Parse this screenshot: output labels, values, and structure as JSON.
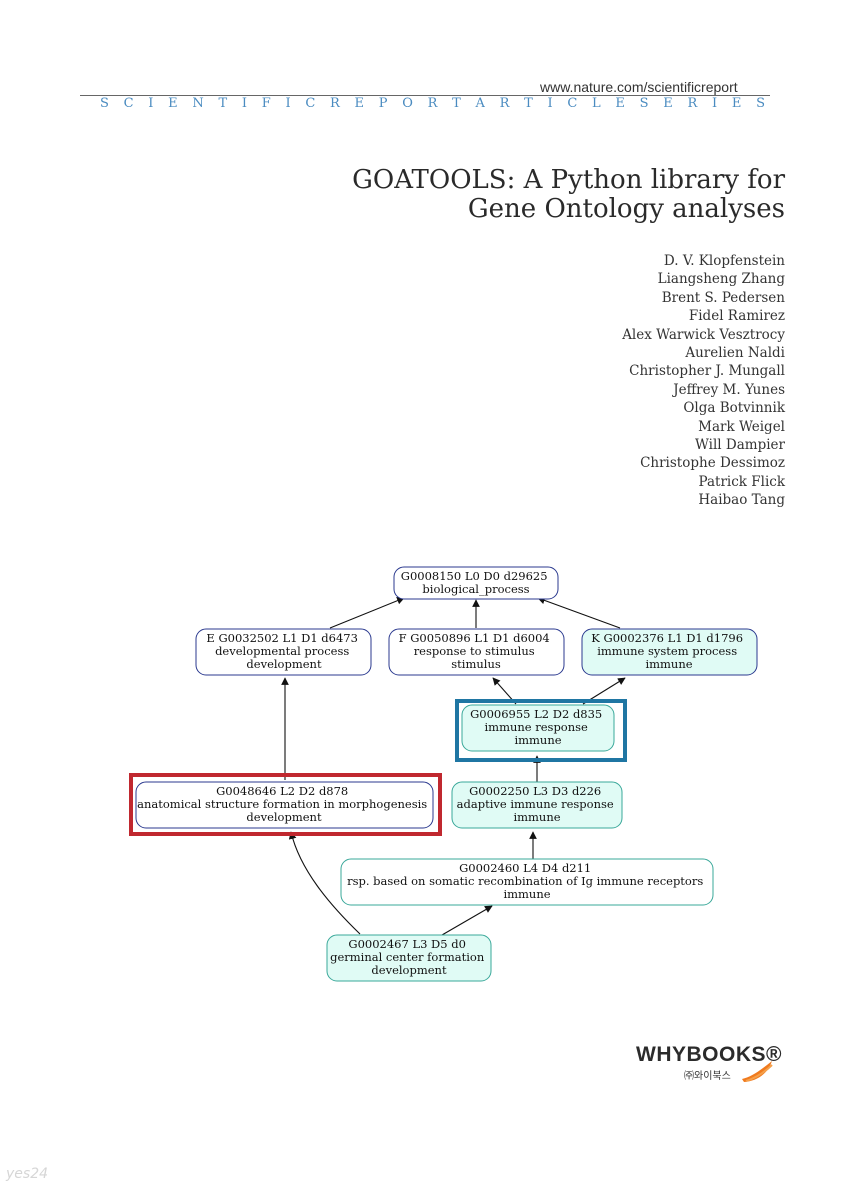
{
  "header": {
    "url": "www.nature.com/scientificreport",
    "series_letters": [
      "S",
      "C",
      "I",
      "E",
      "N",
      "T",
      "I",
      "F",
      "I",
      "C",
      "R",
      "E",
      "P",
      "O",
      "R",
      "T",
      "A",
      "R",
      "T",
      "I",
      "C",
      "L",
      "E",
      "S",
      "E",
      "R",
      "I",
      "E",
      "S"
    ]
  },
  "title": {
    "line1": "GOATOOLS: A Python library for",
    "line2": "Gene Ontology analyses"
  },
  "authors": [
    "D. V. Klopfenstein",
    "Liangsheng Zhang",
    "Brent S. Pedersen",
    "Fidel Ramirez",
    "Alex Warwick Vesztrocy",
    "Aurelien Naldi",
    "Christopher J. Mungall",
    "Jeffrey M. Yunes",
    "Olga Botvinnik",
    "Mark Weigel",
    "Will Dampier",
    "Christophe Dessimoz",
    "Patrick Flick",
    "Haibao Tang"
  ],
  "diagram": {
    "colors": {
      "node_fill_white": "#ffffff",
      "node_fill_cyan": "#e0fbf5",
      "node_stroke": "#2b3a8f",
      "node_stroke_cyan": "#3aa89a",
      "highlight_red": "#c0282f",
      "highlight_blue": "#1f76a3",
      "edge": "#111111"
    },
    "nodes": {
      "root": {
        "lines": [
          "G0008150 L0 D0 d29625",
          "biological_process"
        ]
      },
      "dev": {
        "lines": [
          "E  G0032502 L1 D1 d6473",
          "developmental process",
          "development"
        ]
      },
      "stim": {
        "lines": [
          "F  G0050896 L1 D1 d6004",
          "response to stimulus",
          "stimulus"
        ]
      },
      "imsys": {
        "lines": [
          "K  G0002376 L1 D1 d1796",
          "immune system process",
          "immune"
        ]
      },
      "imresp": {
        "lines": [
          "G0006955 L2 D2 d835",
          "immune response",
          "immune"
        ]
      },
      "morph": {
        "lines": [
          "G0048646 L2 D2 d878",
          "anatomical structure formation in morphogenesis",
          "development"
        ]
      },
      "adapt": {
        "lines": [
          "G0002250 L3 D3 d226",
          "adaptive immune response",
          "immune"
        ]
      },
      "rsp": {
        "lines": [
          "G0002460 L4 D4 d211",
          "rsp. based on somatic recombination of Ig immune receptors",
          "immune"
        ]
      },
      "germ": {
        "lines": [
          "G0002467 L3 D5 d0",
          "germinal center formation",
          "development"
        ]
      }
    }
  },
  "logo": {
    "word": "WHYBOOKS®",
    "sub": "㈜와이북스"
  },
  "watermark": "yes24"
}
